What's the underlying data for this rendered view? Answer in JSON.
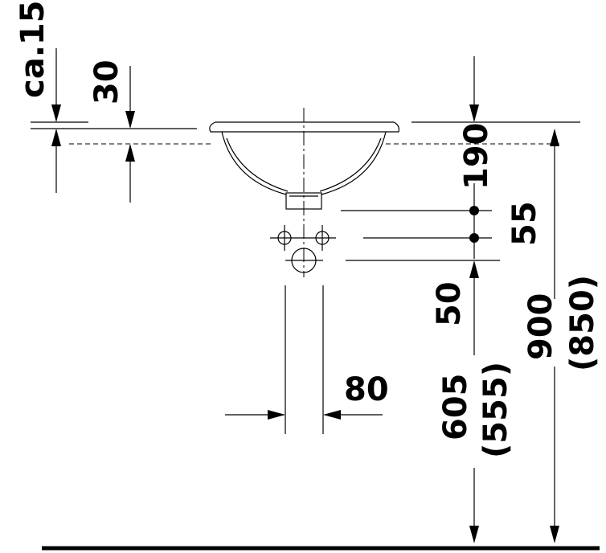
{
  "dimensions": {
    "ca15": "ca.15",
    "d30": "30",
    "d190": "190",
    "d55": "55",
    "d50": "50",
    "d80": "80",
    "d605": "605",
    "d555": "(555)",
    "d900": "900",
    "d850": "(850)"
  }
}
